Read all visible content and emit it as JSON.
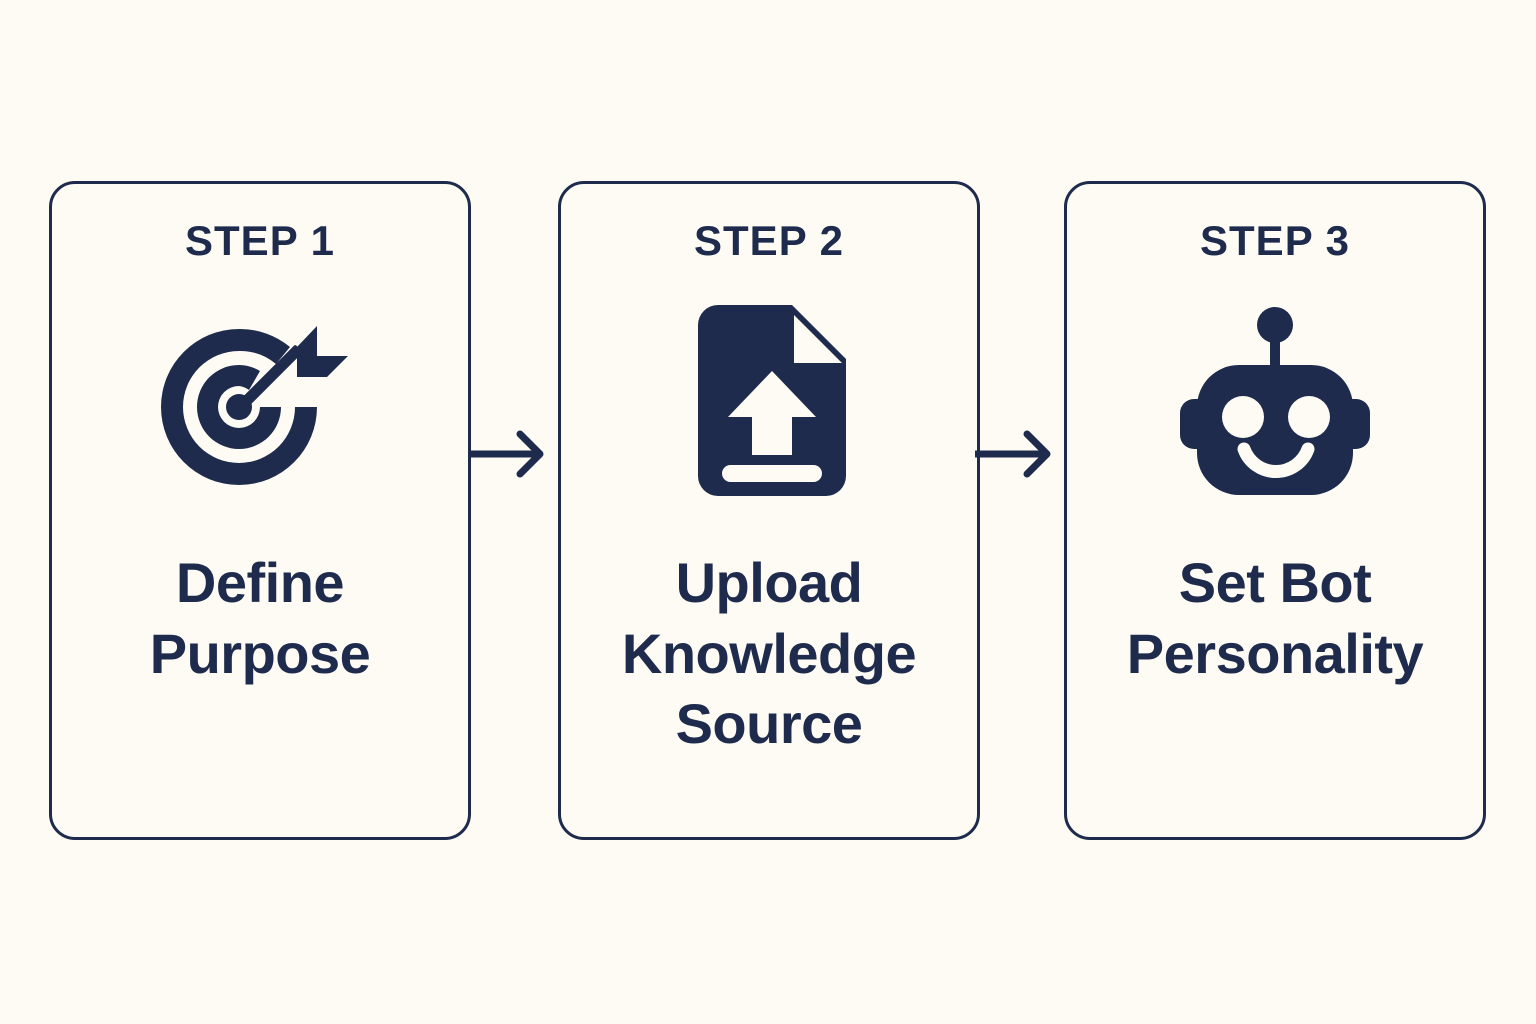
{
  "theme": {
    "background_color": "#FDFBF4",
    "card_fill_color": "#FDFBF4",
    "accent_color": "#1E2B4D",
    "icon_color": "#1E2B4D",
    "icon_knockout_color": "#FDFBF4"
  },
  "diagram": {
    "type": "horizontal-step-flow",
    "step_count": 3,
    "connector": "arrow-right",
    "steps": [
      {
        "label": "STEP 1",
        "title": "Define\nPurpose",
        "icon": "target-arrow-icon"
      },
      {
        "label": "STEP 2",
        "title": "Upload\nKnowledge\nSource",
        "icon": "document-upload-icon"
      },
      {
        "label": "STEP 3",
        "title": "Set Bot\nPersonality",
        "icon": "robot-face-icon"
      }
    ],
    "connectors": [
      {
        "name": "arrow-step1-to-step2",
        "glyph": "arrow-right-icon"
      },
      {
        "name": "arrow-step2-to-step3",
        "glyph": "arrow-right-icon"
      }
    ]
  }
}
